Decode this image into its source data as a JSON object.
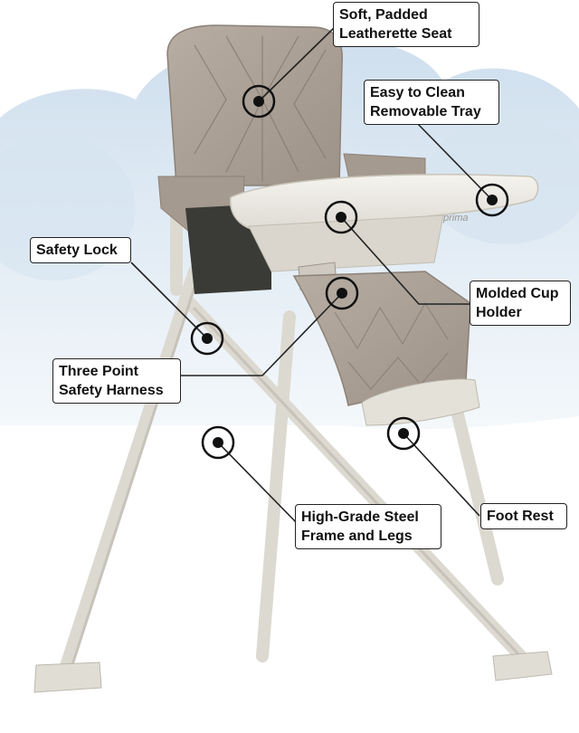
{
  "colors": {
    "cloud": "#dce8f2",
    "seat": "#a89d92",
    "frame": "#e6e4dd",
    "tray": "#efede7",
    "line": "#222222",
    "marker": "#111111"
  },
  "tray_brand": "prima",
  "callouts": {
    "seat": {
      "line1": "Soft, Padded",
      "line2": "Leatherette Seat"
    },
    "tray": {
      "line1": "Easy to Clean",
      "line2": "Removable Tray"
    },
    "lock": {
      "line1": "Safety Lock"
    },
    "cup": {
      "line1": "Molded Cup",
      "line2": "Holder"
    },
    "harness": {
      "line1": "Three Point",
      "line2": "Safety Harness"
    },
    "frame": {
      "line1": "High-Grade Steel",
      "line2": "Frame and Legs"
    },
    "footrest": {
      "line1": "Foot Rest"
    }
  }
}
